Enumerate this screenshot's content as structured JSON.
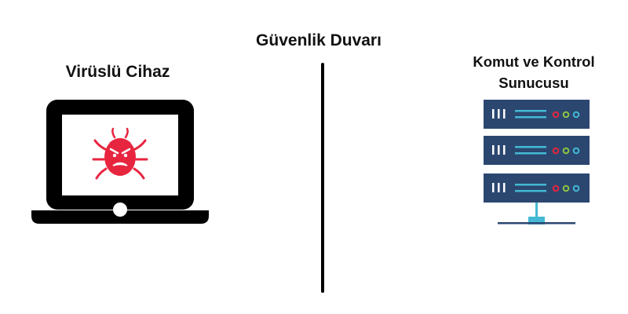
{
  "firewall": {
    "label": "Güvenlik Duvarı"
  },
  "infected_device": {
    "label": "Virüslü Cihaz",
    "icon": "laptop-icon",
    "threat_icon": "virus-bug-icon"
  },
  "cnc_server": {
    "label": "Komut ve Kontrol Sunucusu",
    "icon": "server-rack-icon",
    "units": 3
  },
  "colors": {
    "laptop": "#000000",
    "bug": "#e8253f",
    "server": "#2b4770",
    "server_slots": "#44b9d4",
    "led_red": "#e8253f",
    "led_green": "#8dc63f",
    "led_cyan": "#44b9d4"
  }
}
